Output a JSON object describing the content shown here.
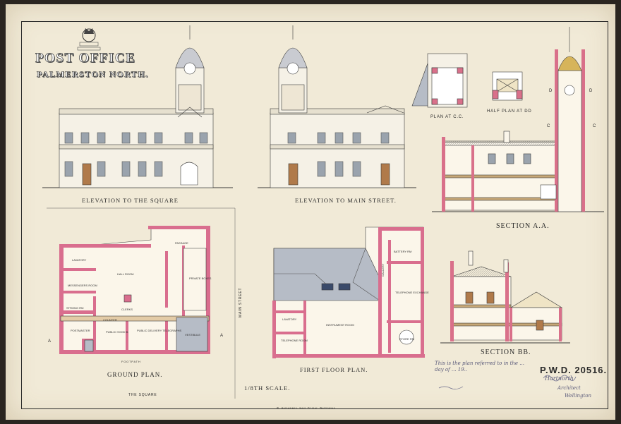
{
  "title": {
    "line1": "POST OFFICE",
    "line2": "PALMERSTON NORTH."
  },
  "captions": {
    "elevation_square": "ELEVATION TO THE SQUARE",
    "elevation_main": "ELEVATION TO MAIN STREET.",
    "section_aa": "SECTION A.A.",
    "section_bb": "SECTION BB.",
    "ground_plan": "GROUND PLAN.",
    "first_floor": "FIRST FLOOR PLAN.",
    "plan_cc": "PLAN AT C.C.",
    "half_plan_dd": "HALF PLAN AT DD",
    "scale": "1/8TH SCALE.",
    "the_square": "THE SQUARE",
    "main_street": "MAIN STREET",
    "footpath": "FOOTPATH",
    "pwd": "P.W.D. 20516."
  },
  "room_labels": {
    "ground": [
      "LAVATORY",
      "HALL ROOM",
      "MESSENGERS ROOM",
      "STRONG RM",
      "POSTMASTER",
      "PUBLIC HOOD B.",
      "PUBLIC DELIVERY TELEGRAPHS",
      "VESTIBULE",
      "PRIVATE BOXES",
      "COUNTER",
      "CLERKS",
      "PASSAGE"
    ],
    "first": [
      "INSTRUMENT ROOM",
      "TELEPHONE EXCHANGE",
      "LAVATORY",
      "TELEPHONE ROOM",
      "BATTERY RM",
      "STORE RM",
      "GALLERY"
    ]
  },
  "section_marks": {
    "a": "A",
    "c": "C",
    "d": "D"
  },
  "annotation": "This is the plan referred to in the ... day of ... 19..",
  "signature": "Hartnorth",
  "signature_role": "Architect",
  "place": "Wellington",
  "imprint": "W. Heinemann, Govt Printer, Wellington"
}
